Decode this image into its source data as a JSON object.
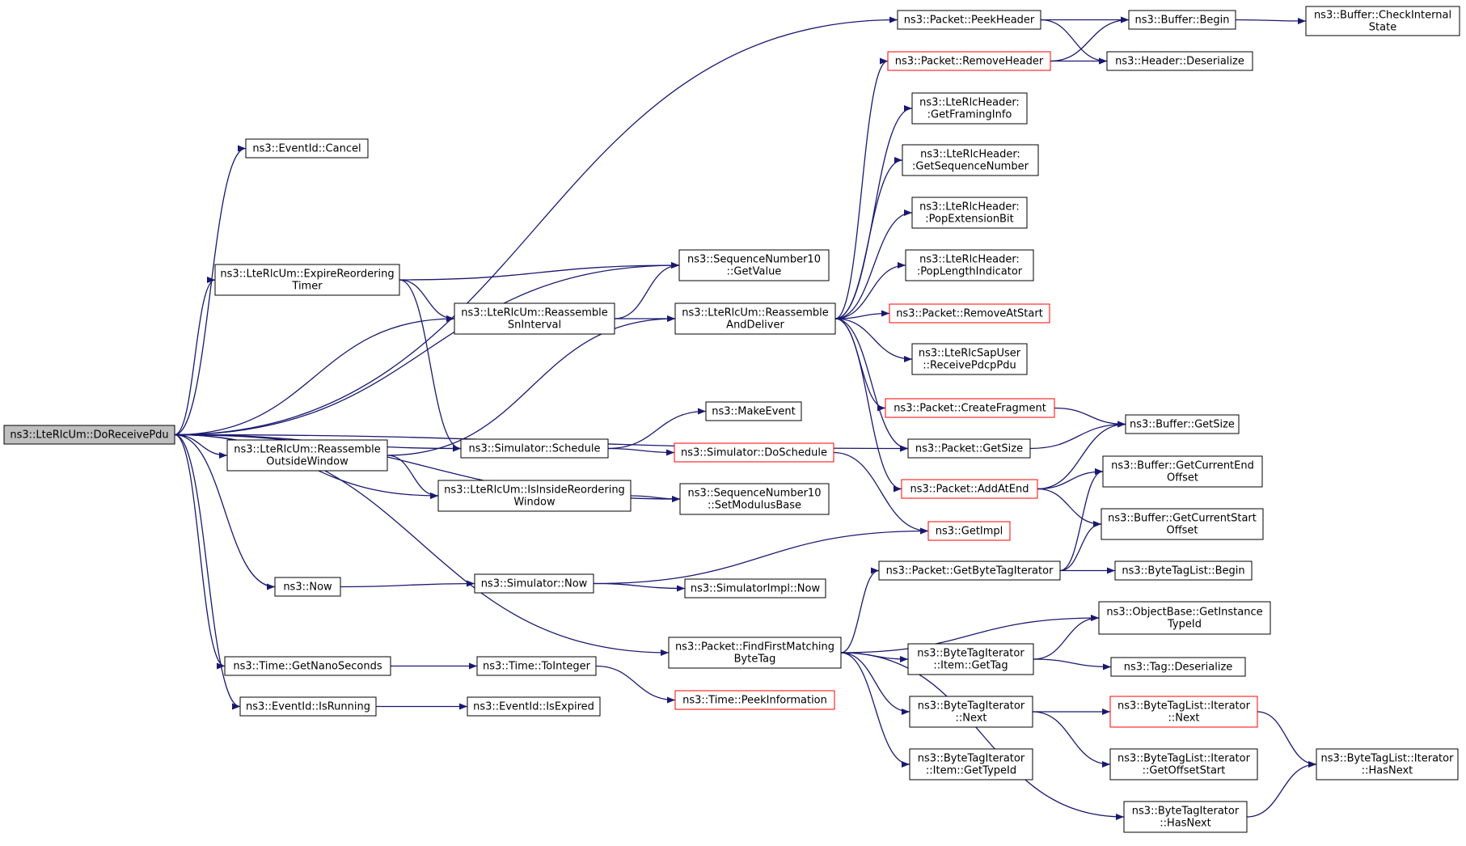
{
  "colors": {
    "edge": "#191970",
    "node_border": "#000000",
    "node_border_red": "#ff0000",
    "root_fill": "#bfbfbf",
    "node_fill": "#ffffff"
  },
  "graph": {
    "root": "doReceivePdu",
    "nodes": [
      {
        "id": "doReceivePdu",
        "lines": [
          "ns3::LteRlcUm::DoReceivePdu"
        ],
        "style": "root"
      },
      {
        "id": "peekHeader",
        "lines": [
          "ns3::Packet::PeekHeader"
        ],
        "style": "normal"
      },
      {
        "id": "bufferBegin",
        "lines": [
          "ns3::Buffer::Begin"
        ],
        "style": "normal"
      },
      {
        "id": "checkInternalState",
        "lines": [
          "ns3::Buffer::CheckInternal",
          "State"
        ],
        "style": "normal"
      },
      {
        "id": "removeHeader",
        "lines": [
          "ns3::Packet::RemoveHeader"
        ],
        "style": "red"
      },
      {
        "id": "headerDeserialize",
        "lines": [
          "ns3::Header::Deserialize"
        ],
        "style": "normal"
      },
      {
        "id": "getFramingInfo",
        "lines": [
          "ns3::LteRlcHeader:",
          ":GetFramingInfo"
        ],
        "style": "normal"
      },
      {
        "id": "getSequenceNumber",
        "lines": [
          "ns3::LteRlcHeader:",
          ":GetSequenceNumber"
        ],
        "style": "normal"
      },
      {
        "id": "popExtensionBit",
        "lines": [
          "ns3::LteRlcHeader:",
          ":PopExtensionBit"
        ],
        "style": "normal"
      },
      {
        "id": "popLengthIndicator",
        "lines": [
          "ns3::LteRlcHeader:",
          ":PopLengthIndicator"
        ],
        "style": "normal"
      },
      {
        "id": "removeAtStart",
        "lines": [
          "ns3::Packet::RemoveAtStart"
        ],
        "style": "red"
      },
      {
        "id": "receivePdcpPdu",
        "lines": [
          "ns3::LteRlcSapUser",
          "::ReceivePdcpPdu"
        ],
        "style": "normal"
      },
      {
        "id": "createFragment",
        "lines": [
          "ns3::Packet::CreateFragment"
        ],
        "style": "red"
      },
      {
        "id": "bufferGetSize",
        "lines": [
          "ns3::Buffer::GetSize"
        ],
        "style": "normal"
      },
      {
        "id": "packetGetSize",
        "lines": [
          "ns3::Packet::GetSize"
        ],
        "style": "normal"
      },
      {
        "id": "addAtEnd",
        "lines": [
          "ns3::Packet::AddAtEnd"
        ],
        "style": "red"
      },
      {
        "id": "getCurrentEndOffset",
        "lines": [
          "ns3::Buffer::GetCurrentEnd",
          "Offset"
        ],
        "style": "normal"
      },
      {
        "id": "getCurrentStartOffset",
        "lines": [
          "ns3::Buffer::GetCurrentStart",
          "Offset"
        ],
        "style": "normal"
      },
      {
        "id": "eventIdCancel",
        "lines": [
          "ns3::EventId::Cancel"
        ],
        "style": "normal"
      },
      {
        "id": "seqGetValue",
        "lines": [
          "ns3::SequenceNumber10",
          "::GetValue"
        ],
        "style": "normal"
      },
      {
        "id": "expireReorderingTimer",
        "lines": [
          "ns3::LteRlcUm::ExpireReordering",
          "Timer"
        ],
        "style": "normal"
      },
      {
        "id": "reassembleSnInterval",
        "lines": [
          "ns3::LteRlcUm::Reassemble",
          "SnInterval"
        ],
        "style": "normal"
      },
      {
        "id": "reassembleAndDeliver",
        "lines": [
          "ns3::LteRlcUm::Reassemble",
          "AndDeliver"
        ],
        "style": "normal"
      },
      {
        "id": "makeEvent",
        "lines": [
          "ns3::MakeEvent"
        ],
        "style": "normal"
      },
      {
        "id": "simSchedule",
        "lines": [
          "ns3::Simulator::Schedule"
        ],
        "style": "normal"
      },
      {
        "id": "simDoSchedule",
        "lines": [
          "ns3::Simulator::DoSchedule"
        ],
        "style": "red"
      },
      {
        "id": "reassembleOutsideWindow",
        "lines": [
          "ns3::LteRlcUm::Reassemble",
          "OutsideWindow"
        ],
        "style": "normal"
      },
      {
        "id": "isInsideReorderingWindow",
        "lines": [
          "ns3::LteRlcUm::IsInsideReordering",
          "Window"
        ],
        "style": "normal"
      },
      {
        "id": "setModulusBase",
        "lines": [
          "ns3::SequenceNumber10",
          "::SetModulusBase"
        ],
        "style": "normal"
      },
      {
        "id": "getImpl",
        "lines": [
          "ns3::GetImpl"
        ],
        "style": "red"
      },
      {
        "id": "getByteTagIterator",
        "lines": [
          "ns3::Packet::GetByteTagIterator"
        ],
        "style": "normal"
      },
      {
        "id": "byteTagListBegin",
        "lines": [
          "ns3::ByteTagList::Begin"
        ],
        "style": "normal"
      },
      {
        "id": "nsNow",
        "lines": [
          "ns3::Now"
        ],
        "style": "normal"
      },
      {
        "id": "simNow",
        "lines": [
          "ns3::Simulator::Now"
        ],
        "style": "normal"
      },
      {
        "id": "simImplNow",
        "lines": [
          "ns3::SimulatorImpl::Now"
        ],
        "style": "normal"
      },
      {
        "id": "getInstanceTypeId",
        "lines": [
          "ns3::ObjectBase::GetInstance",
          "TypeId"
        ],
        "style": "normal"
      },
      {
        "id": "findFirstMatchingByteTag",
        "lines": [
          "ns3::Packet::FindFirstMatching",
          "ByteTag"
        ],
        "style": "normal"
      },
      {
        "id": "itemGetTag",
        "lines": [
          "ns3::ByteTagIterator",
          "::Item::GetTag"
        ],
        "style": "normal"
      },
      {
        "id": "tagDeserialize",
        "lines": [
          "ns3::Tag::Deserialize"
        ],
        "style": "normal"
      },
      {
        "id": "getNanoSeconds",
        "lines": [
          "ns3::Time::GetNanoSeconds"
        ],
        "style": "normal"
      },
      {
        "id": "timeToInteger",
        "lines": [
          "ns3::Time::ToInteger"
        ],
        "style": "normal"
      },
      {
        "id": "peekInformation",
        "lines": [
          "ns3::Time::PeekInformation"
        ],
        "style": "red"
      },
      {
        "id": "eventIsRunning",
        "lines": [
          "ns3::EventId::IsRunning"
        ],
        "style": "normal"
      },
      {
        "id": "eventIsExpired",
        "lines": [
          "ns3::EventId::IsExpired"
        ],
        "style": "normal"
      },
      {
        "id": "byteTagIterNext",
        "lines": [
          "ns3::ByteTagIterator",
          "::Next"
        ],
        "style": "normal"
      },
      {
        "id": "byteTagListIterNext",
        "lines": [
          "ns3::ByteTagList::Iterator",
          "::Next"
        ],
        "style": "red"
      },
      {
        "id": "itemGetTypeId",
        "lines": [
          "ns3::ByteTagIterator",
          "::Item::GetTypeId"
        ],
        "style": "normal"
      },
      {
        "id": "getOffsetStart",
        "lines": [
          "ns3::ByteTagList::Iterator",
          "::GetOffsetStart"
        ],
        "style": "normal"
      },
      {
        "id": "byteTagListIterHasNext",
        "lines": [
          "ns3::ByteTagList::Iterator",
          "::HasNext"
        ],
        "style": "normal"
      },
      {
        "id": "byteTagIterHasNext",
        "lines": [
          "ns3::ByteTagIterator",
          "::HasNext"
        ],
        "style": "normal"
      }
    ],
    "edges": [
      [
        "doReceivePdu",
        "eventIdCancel"
      ],
      [
        "doReceivePdu",
        "peekHeader"
      ],
      [
        "doReceivePdu",
        "seqGetValue"
      ],
      [
        "doReceivePdu",
        "expireReorderingTimer"
      ],
      [
        "doReceivePdu",
        "reassembleSnInterval"
      ],
      [
        "doReceivePdu",
        "packetGetSize"
      ],
      [
        "doReceivePdu",
        "simSchedule"
      ],
      [
        "doReceivePdu",
        "reassembleOutsideWindow"
      ],
      [
        "doReceivePdu",
        "isInsideReorderingWindow"
      ],
      [
        "doReceivePdu",
        "setModulusBase"
      ],
      [
        "doReceivePdu",
        "nsNow"
      ],
      [
        "doReceivePdu",
        "findFirstMatchingByteTag"
      ],
      [
        "doReceivePdu",
        "getNanoSeconds"
      ],
      [
        "doReceivePdu",
        "eventIsRunning"
      ],
      [
        "peekHeader",
        "bufferBegin"
      ],
      [
        "peekHeader",
        "headerDeserialize"
      ],
      [
        "bufferBegin",
        "checkInternalState"
      ],
      [
        "removeHeader",
        "bufferBegin"
      ],
      [
        "removeHeader",
        "headerDeserialize"
      ],
      [
        "expireReorderingTimer",
        "seqGetValue"
      ],
      [
        "expireReorderingTimer",
        "reassembleSnInterval"
      ],
      [
        "expireReorderingTimer",
        "simSchedule"
      ],
      [
        "reassembleSnInterval",
        "seqGetValue"
      ],
      [
        "reassembleSnInterval",
        "reassembleAndDeliver"
      ],
      [
        "reassembleAndDeliver",
        "removeHeader"
      ],
      [
        "reassembleAndDeliver",
        "getFramingInfo"
      ],
      [
        "reassembleAndDeliver",
        "getSequenceNumber"
      ],
      [
        "reassembleAndDeliver",
        "popExtensionBit"
      ],
      [
        "reassembleAndDeliver",
        "popLengthIndicator"
      ],
      [
        "reassembleAndDeliver",
        "removeAtStart"
      ],
      [
        "reassembleAndDeliver",
        "receivePdcpPdu"
      ],
      [
        "reassembleAndDeliver",
        "createFragment"
      ],
      [
        "reassembleAndDeliver",
        "packetGetSize"
      ],
      [
        "reassembleAndDeliver",
        "addAtEnd"
      ],
      [
        "createFragment",
        "bufferGetSize"
      ],
      [
        "packetGetSize",
        "bufferGetSize"
      ],
      [
        "addAtEnd",
        "bufferGetSize"
      ],
      [
        "addAtEnd",
        "getCurrentEndOffset"
      ],
      [
        "addAtEnd",
        "getCurrentStartOffset"
      ],
      [
        "simSchedule",
        "makeEvent"
      ],
      [
        "simSchedule",
        "simDoSchedule"
      ],
      [
        "simDoSchedule",
        "getImpl"
      ],
      [
        "reassembleOutsideWindow",
        "reassembleAndDeliver"
      ],
      [
        "reassembleOutsideWindow",
        "isInsideReorderingWindow"
      ],
      [
        "isInsideReorderingWindow",
        "setModulusBase"
      ],
      [
        "nsNow",
        "simNow"
      ],
      [
        "simNow",
        "getImpl"
      ],
      [
        "simNow",
        "simImplNow"
      ],
      [
        "getByteTagIterator",
        "getCurrentEndOffset"
      ],
      [
        "getByteTagIterator",
        "getCurrentStartOffset"
      ],
      [
        "getByteTagIterator",
        "byteTagListBegin"
      ],
      [
        "findFirstMatchingByteTag",
        "getByteTagIterator"
      ],
      [
        "findFirstMatchingByteTag",
        "getInstanceTypeId"
      ],
      [
        "findFirstMatchingByteTag",
        "itemGetTag"
      ],
      [
        "findFirstMatchingByteTag",
        "byteTagIterNext"
      ],
      [
        "findFirstMatchingByteTag",
        "itemGetTypeId"
      ],
      [
        "findFirstMatchingByteTag",
        "byteTagIterHasNext"
      ],
      [
        "itemGetTag",
        "getInstanceTypeId"
      ],
      [
        "itemGetTag",
        "tagDeserialize"
      ],
      [
        "getNanoSeconds",
        "timeToInteger"
      ],
      [
        "timeToInteger",
        "peekInformation"
      ],
      [
        "eventIsRunning",
        "eventIsExpired"
      ],
      [
        "byteTagIterNext",
        "byteTagListIterNext"
      ],
      [
        "byteTagIterNext",
        "getOffsetStart"
      ],
      [
        "byteTagListIterNext",
        "byteTagListIterHasNext"
      ],
      [
        "byteTagIterHasNext",
        "byteTagListIterHasNext"
      ]
    ]
  }
}
